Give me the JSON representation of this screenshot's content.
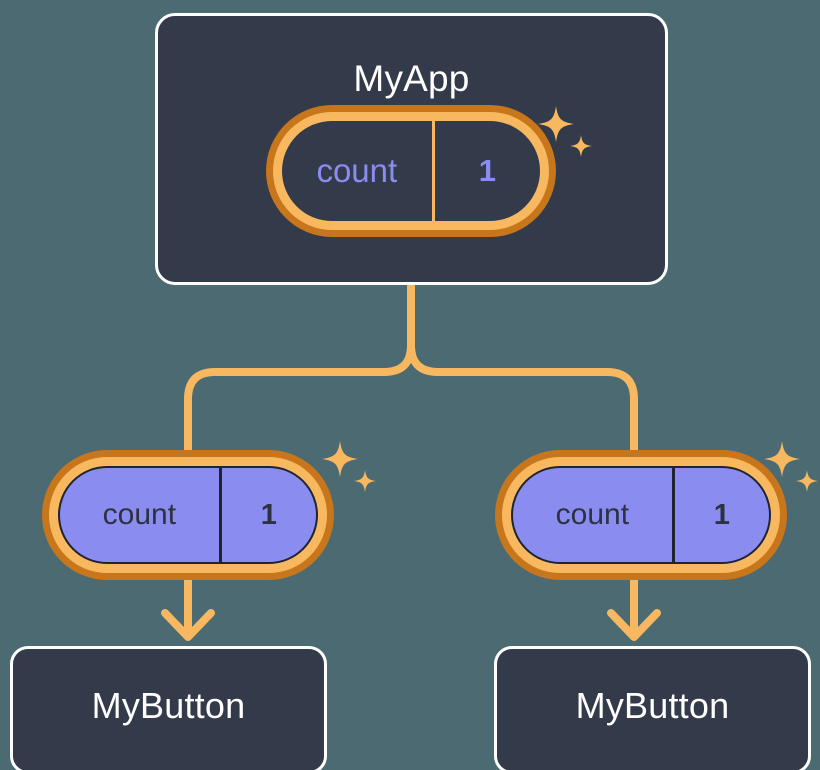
{
  "diagram": {
    "title": "MyApp state propagation tree",
    "background_color": "#4c6a72"
  },
  "colors": {
    "background": "#4c6a72",
    "card_fill": "#333a4a",
    "card_border": "#ffffff",
    "pill_outer_ring": "#c8761b",
    "pill_inner_ring": "#f7b860",
    "pill_purple_fill": "#8a8cf0",
    "accent_amber": "#f7b860",
    "state_text_purple": "#8a8cf0",
    "dark_text": "#2c3240",
    "white_text": "#ffffff"
  },
  "nodes": {
    "root": {
      "label": "MyApp",
      "state": {
        "key": "count",
        "value": "1"
      },
      "sparkle": "sparkle-icon"
    },
    "children": [
      {
        "label": "MyButton",
        "state": {
          "key": "count",
          "value": "1"
        },
        "sparkle": "sparkle-icon"
      },
      {
        "label": "MyButton",
        "state": {
          "key": "count",
          "value": "1"
        },
        "sparkle": "sparkle-icon"
      }
    ]
  },
  "connectors": {
    "trunk": "branching-connector",
    "arrow_left": "down-arrow",
    "arrow_right": "down-arrow"
  }
}
